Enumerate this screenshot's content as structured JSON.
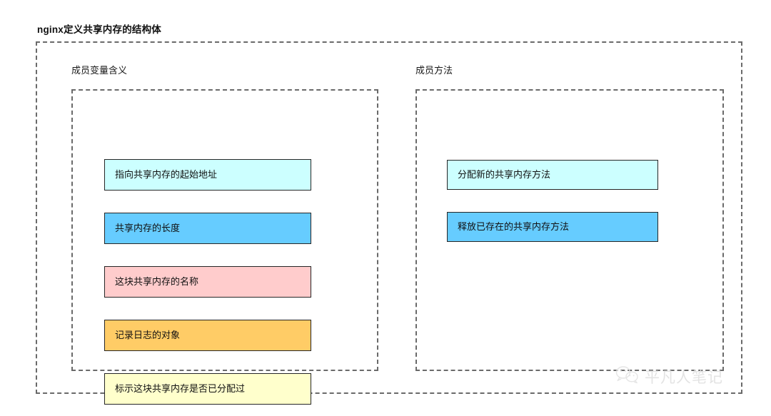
{
  "diagram": {
    "title": "nginx定义共享内存的结构体",
    "frame_border_color": "#6a6a6a",
    "box_border_color": "#262626",
    "columns": [
      {
        "id": "member-variables",
        "label": "成员变量含义",
        "items": [
          {
            "label": "指向共享内存的起始地址",
            "color": "#ccffff"
          },
          {
            "label": "共享内存的长度",
            "color": "#66ccff"
          },
          {
            "label": "这块共享内存的名称",
            "color": "#ffcccc"
          },
          {
            "label": "记录日志的对象",
            "color": "#ffcc66"
          },
          {
            "label": "标示这块共享内存是否已分配过",
            "color": "#ffffcc"
          }
        ]
      },
      {
        "id": "member-methods",
        "label": "成员方法",
        "items": [
          {
            "label": "分配新的共享内存方法",
            "color": "#ccffff"
          },
          {
            "label": "释放已存在的共享内存方法",
            "color": "#66ccff"
          }
        ]
      }
    ]
  },
  "watermark": {
    "text": "平凡人笔记",
    "icon": "wechat-icon",
    "color": "#e2e2e2"
  }
}
